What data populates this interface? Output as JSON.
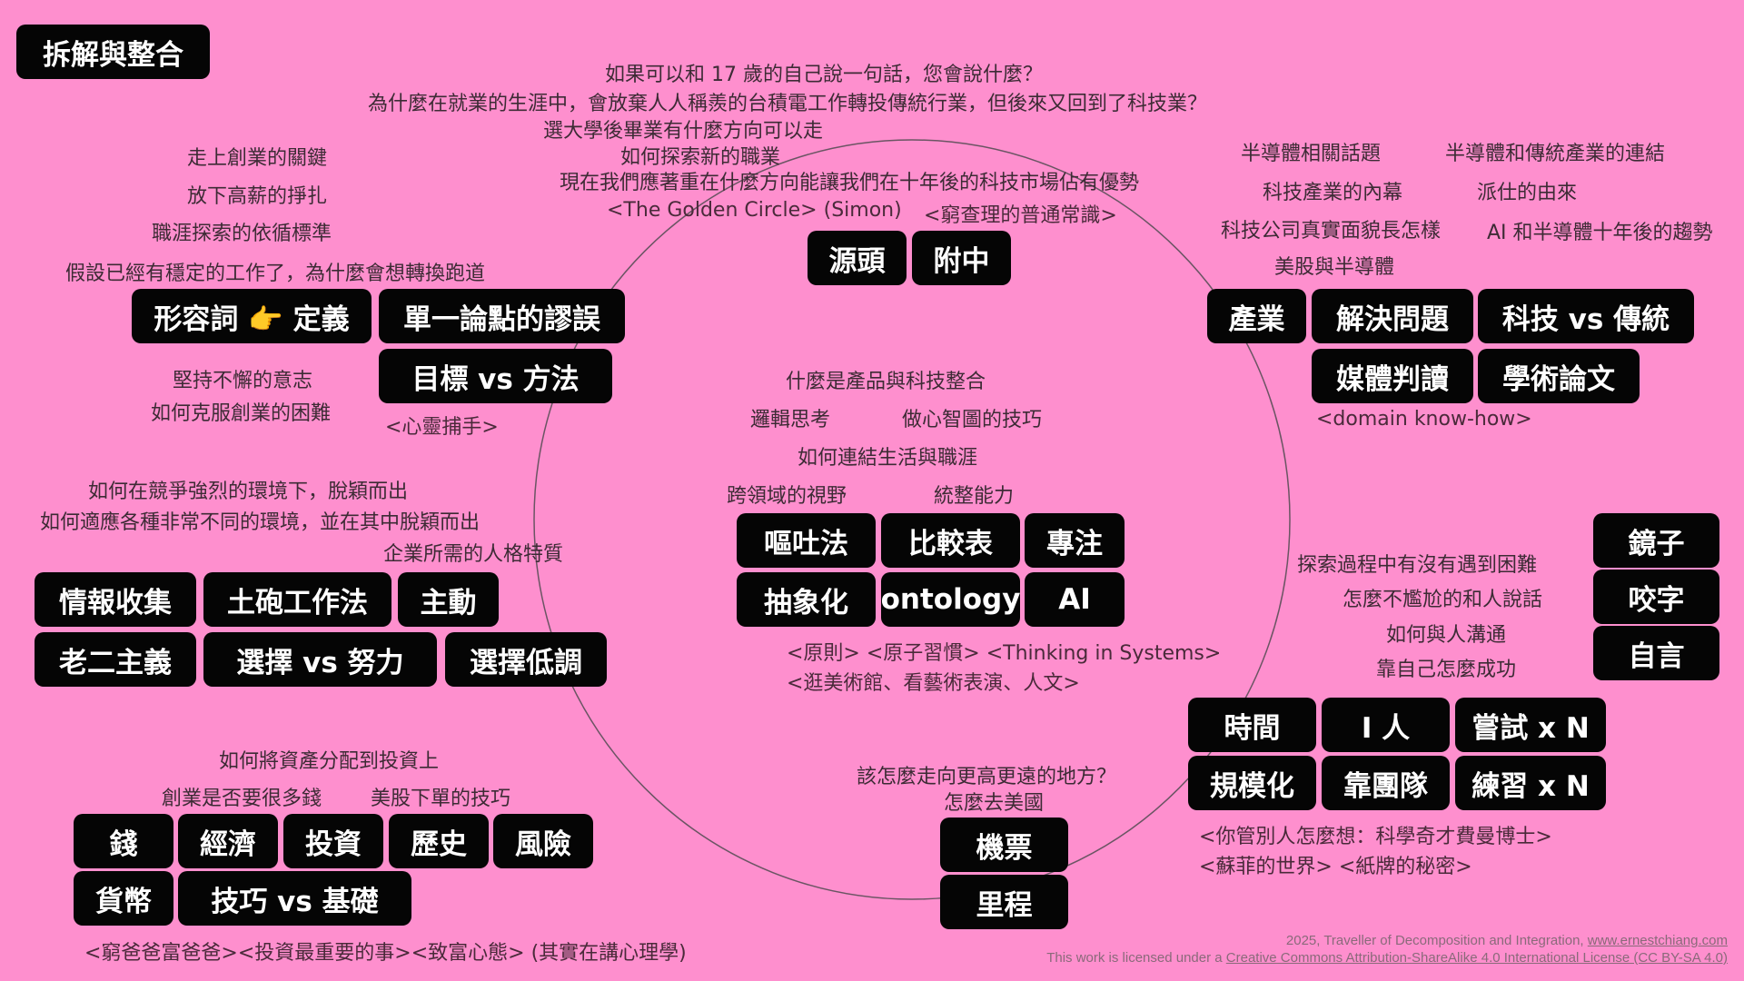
{
  "title": "拆解與整合",
  "top_questions": {
    "q1": "如果可以和 17 歲的自己說一句話，您會說什麼？",
    "q2": "為什麼在就業的生涯中，會放棄人人稱羨的台積電工作轉投傳統行業，但後來又回到了科技業？",
    "q3": "選大學後畢業有什麼方向可以走",
    "q4": "如何探索新的職業",
    "q5": "現在我們應著重在什麼方向能讓我們在十年後的科技市場佔有優勢",
    "ref1": "<The Golden Circle> (Simon)",
    "ref2": "<窮查理的普通常識>"
  },
  "top_tags": {
    "t1": "源頭",
    "t2": "附中"
  },
  "left_top": {
    "q1": "走上創業的關鍵",
    "q2": "放下高薪的掙扎",
    "q3": "職涯探索的依循標準",
    "q4": "假設已經有穩定的工作了，為什麼會想轉換跑道",
    "tag1": "形容詞 👉 定義",
    "tag2": "單一論點的謬誤",
    "tag3": "目標 vs 方法",
    "q5": "堅持不懈的意志",
    "q6": "如何克服創業的困難",
    "ref1": "<心靈捕手>"
  },
  "right_top": {
    "q1": "半導體相關話題",
    "q2": "半導體和傳統產業的連結",
    "q3": "科技產業的內幕",
    "q4": "派仕的由來",
    "q5": "科技公司真實面貌長怎樣",
    "q6": "AI 和半導體十年後的趨勢",
    "q7": "美股與半導體",
    "tag1": "產業",
    "tag2": "解決問題",
    "tag3": "科技 vs 傳統",
    "tag4": "媒體判讀",
    "tag5": "學術論文",
    "ref1": "<domain know-how>"
  },
  "center": {
    "q1": "什麼是產品與科技整合",
    "q2": "邏輯思考",
    "q3": "做心智圖的技巧",
    "q4": "如何連結生活與職涯",
    "q5": "跨領域的視野",
    "q6": "統整能力",
    "tag1": "嘔吐法",
    "tag2": "比較表",
    "tag3": "專注",
    "tag4": "抽象化",
    "tag5": "ontology",
    "tag6": "AI",
    "ref1": "<原則>  <原子習慣> <Thinking in Systems>",
    "ref2": "<逛美術館、看藝術表演、人文>"
  },
  "left_mid": {
    "q1": "如何在競爭強烈的環境下，脫穎而出",
    "q2": "如何適應各種非常不同的環境，並在其中脫穎而出",
    "q3": "企業所需的人格特質",
    "tag1": "情報收集",
    "tag2": "土砲工作法",
    "tag3": "主動",
    "tag4": "老二主義",
    "tag5": "選擇 vs 努力",
    "tag6": "選擇低調"
  },
  "right_mid": {
    "q1": "探索過程中有沒有遇到困難",
    "q2": "怎麼不尷尬的和人說話",
    "q3": "如何與人溝通",
    "q4": "靠自己怎麼成功",
    "tag1": "鏡子",
    "tag2": "咬字",
    "tag3": "自言"
  },
  "right_bottom": {
    "tag1": "時間",
    "tag2": "I 人",
    "tag3": "嘗試 x N",
    "tag4": "規模化",
    "tag5": "靠團隊",
    "tag6": "練習 x N",
    "ref1": "<你管別人怎麼想：科學奇才費曼博士>",
    "ref2": "<蘇菲的世界> <紙牌的秘密>"
  },
  "bottom_center": {
    "q1": "該怎麼走向更高更遠的地方？",
    "q2": "怎麼去美國",
    "tag1": "機票",
    "tag2": "里程"
  },
  "left_bottom": {
    "q1": "如何將資產分配到投資上",
    "q2": "創業是否要很多錢",
    "q3": "美股下單的技巧",
    "tag1": "錢",
    "tag2": "經濟",
    "tag3": "投資",
    "tag4": "歷史",
    "tag5": "風險",
    "tag6": "貨幣",
    "tag7": "技巧 vs 基礎",
    "ref1": "<窮爸爸富爸爸><投資最重要的事><致富心態> (其實在講心理學)"
  },
  "footer": {
    "line1_text": "2025, Traveller of Decomposition and Integration, ",
    "line1_link": "www.ernestchiang.com",
    "line2_text": "This work is licensed under a ",
    "line2_link": "Creative Commons Attribution-ShareAlike 4.0 International License (CC BY-SA 4.0)"
  },
  "colors": {
    "background": "#fe8fce",
    "tag_bg": "#050505",
    "tag_text": "#ffffff",
    "circle_stroke": "#6a5563"
  }
}
